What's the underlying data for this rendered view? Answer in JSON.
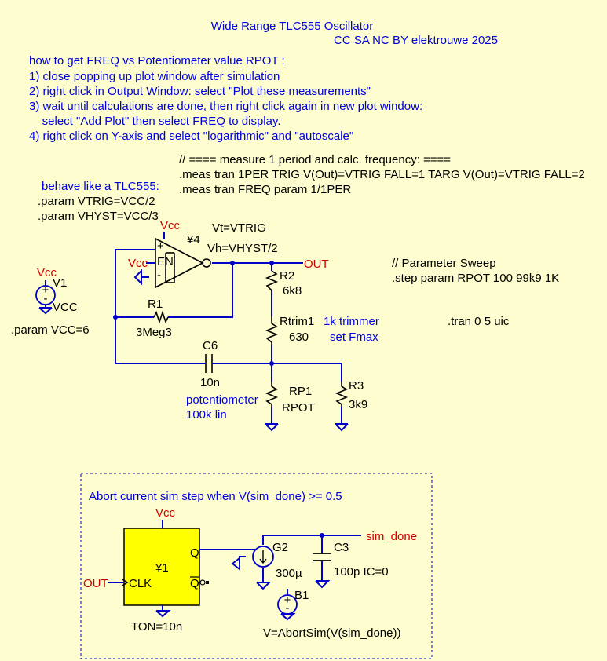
{
  "title": "Wide Range TLC555 Oscillator",
  "license": "CC SA NC BY elektrouwe 2025",
  "instructions": [
    "how to get FREQ vs Potentiometer value RPOT :",
    "1) close popping up plot window after simulation",
    "2) right click in Output Window: select \"Plot these measurements\"",
    "3) wait until calculations are done, then right click again in new plot window:",
    "    select \"Add Plot\" then select FREQ to display.",
    "4) right click on Y-axis and select \"logarithmic\" and \"autoscale\""
  ],
  "meas_directives": [
    "// ==== measure 1 period and calc. frequency: ====",
    ".meas tran 1PER TRIG V(Out)=VTRIG FALL=1 TARG V(Out)=VTRIG FALL=2",
    ".meas tran FREQ param 1/1PER"
  ],
  "behave": {
    "comment": "behave like a TLC555:",
    "param1": ".param VTRIG=VCC/2",
    "param2": ".param VHYST=VCC/3"
  },
  "param_vcc": ".param VCC=6",
  "step": {
    "comment": "// Parameter Sweep",
    "directive": ".step param RPOT 100 99k9 1K"
  },
  "tran": ".tran 0 5 uic",
  "labels": {
    "vcc": "Vcc",
    "en": "EN",
    "plus": "+",
    "minus": "-",
    "u4": "¥4",
    "vt": "Vt=VTRIG",
    "vh": "Vh=VHYST/2",
    "out": "OUT",
    "v1_name": "V1",
    "v1_value": "VCC",
    "r1_name": "R1",
    "r1_value": "3Meg3",
    "r2_name": "R2",
    "r2_value": "6k8",
    "rtrim_name": "Rtrim1",
    "rtrim_value": "630",
    "rtrim_note1": "1k trimmer",
    "rtrim_note2": "set Fmax",
    "c6_name": "C6",
    "c6_value": "10n",
    "pot_note1": "potentiometer",
    "pot_note2": "100k lin",
    "rp1_name": "RP1",
    "rp1_value": "RPOT",
    "r3_name": "R3",
    "r3_value": "3k9"
  },
  "abort_box": {
    "title": "Abort current sim step when V(sim_done) >= 0.5",
    "vcc": "Vcc",
    "u1": "¥1",
    "q": "Q",
    "qbar": "Q",
    "clk": "CLK",
    "out": "OUT",
    "ton": "TON=10n",
    "g2_name": "G2",
    "g2_value": "300µ",
    "c3_name": "C3",
    "c3_value": "100p IC=0",
    "sim_done": "sim_done",
    "b1_name": "B1",
    "b1_value": "V=AbortSim(V(sim_done))"
  },
  "colors": {
    "background": "#fdfdcf",
    "wire": "#0000c8",
    "text_blue": "#0000e0",
    "net_red": "#d00000",
    "flipflop_fill": "#ffff00"
  }
}
